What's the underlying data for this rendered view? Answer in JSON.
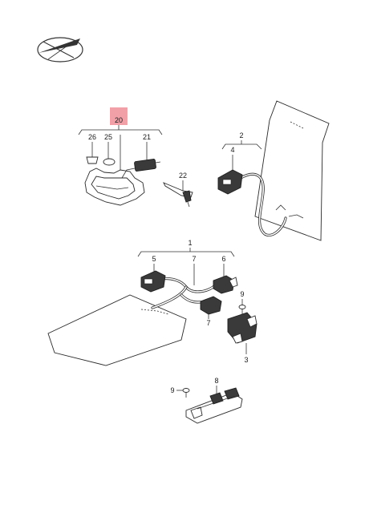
{
  "diagram": {
    "highlight_color": "#f2a0a8",
    "callouts": {
      "c20": "20",
      "c26": "26",
      "c25": "25",
      "c21": "21",
      "c22": "22",
      "c2": "2",
      "c4": "4",
      "c1": "1",
      "c5": "5",
      "c7a": "7",
      "c6": "6",
      "c9a": "9",
      "c7b": "7",
      "c3": "3",
      "c8": "8",
      "c9b": "9"
    }
  }
}
